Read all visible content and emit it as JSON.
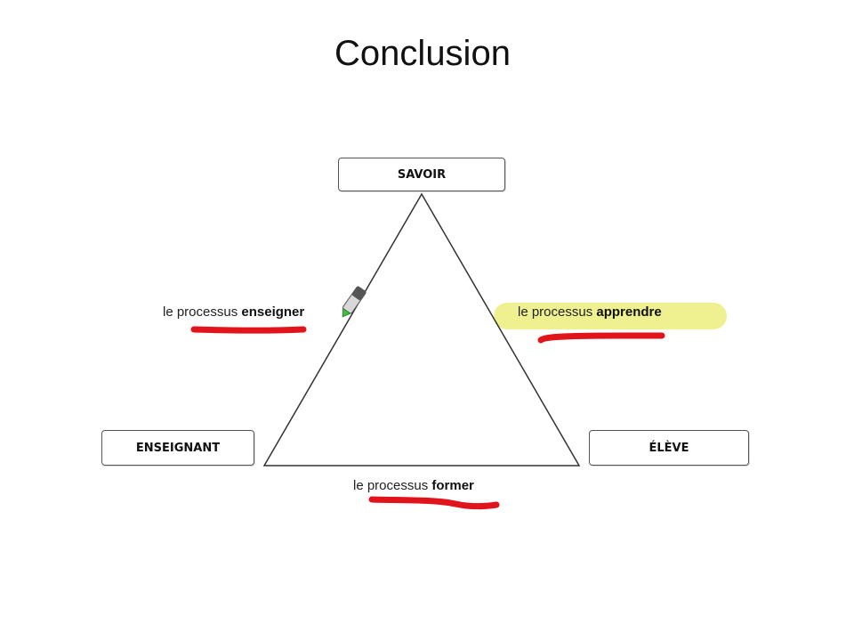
{
  "slide": {
    "title": "Conclusion"
  },
  "nodes": {
    "top": "SAVOIR",
    "left": "ENSEIGNANT",
    "right": "ÉLÈVE"
  },
  "processes": {
    "left_edge": {
      "prefix": "le processus ",
      "verb": "enseigner"
    },
    "right_edge": {
      "prefix": "le processus ",
      "verb": "apprendre"
    },
    "bottom_edge": {
      "prefix": "le processus ",
      "verb": "former"
    }
  },
  "colors": {
    "underline": "#e0141a",
    "highlight": "#eef08a",
    "line": "#333333"
  }
}
